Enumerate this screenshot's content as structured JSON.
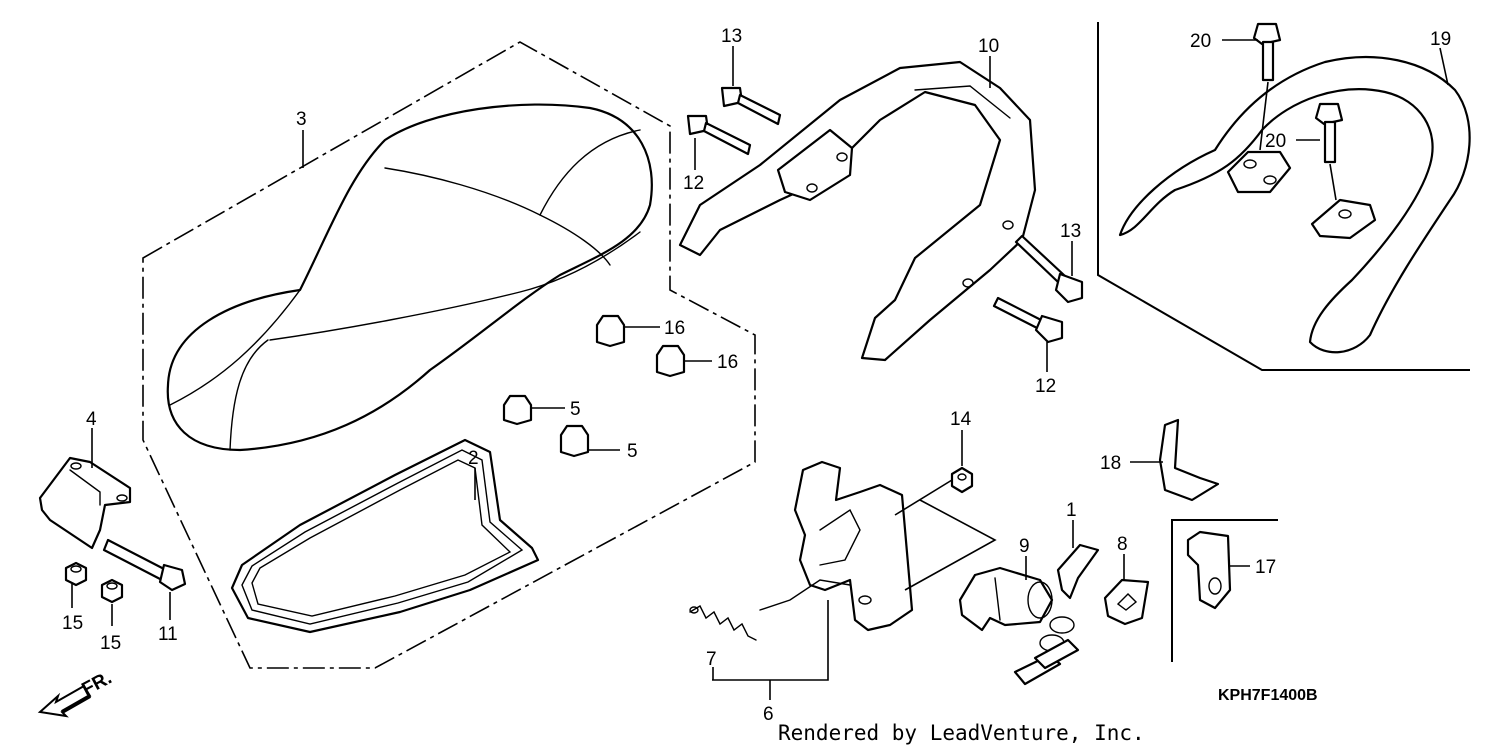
{
  "diagram_code": "KPH7F1400B",
  "footer_text": "Rendered by LeadVenture, Inc.",
  "direction_label": "FR.",
  "callouts": {
    "c1": "1",
    "c2": "2",
    "c3": "3",
    "c4": "4",
    "c5a": "5",
    "c5b": "5",
    "c6": "6",
    "c7": "7",
    "c8": "8",
    "c9": "9",
    "c10": "10",
    "c11": "11",
    "c12a": "12",
    "c12b": "12",
    "c13a": "13",
    "c13b": "13",
    "c14": "14",
    "c15a": "15",
    "c15b": "15",
    "c16a": "16",
    "c16b": "16",
    "c17": "17",
    "c18": "18",
    "c19": "19",
    "c20a": "20",
    "c20b": "20"
  }
}
